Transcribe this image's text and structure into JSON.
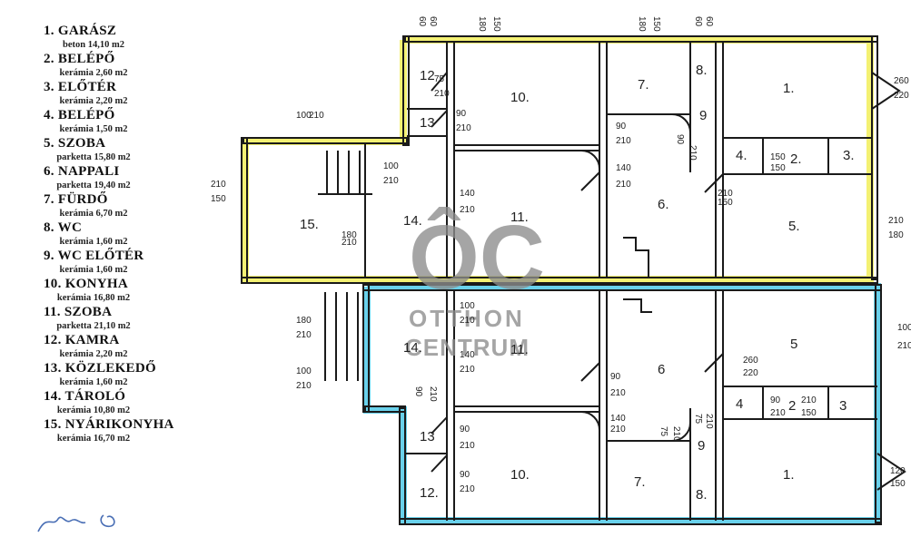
{
  "legend": [
    {
      "no": "1.",
      "name": "GARÁSZ",
      "material": "beton",
      "area": "14,10 m2"
    },
    {
      "no": "2.",
      "name": "BELÉPŐ",
      "material": "kerámia",
      "area": "2,60 m2"
    },
    {
      "no": "3.",
      "name": "ELŐTÉR",
      "material": "kerámia",
      "area": "2,20 m2"
    },
    {
      "no": "4.",
      "name": "BELÉPŐ",
      "material": "kerámia",
      "area": "1,50 m2"
    },
    {
      "no": "5.",
      "name": "SZOBA",
      "material": "parketta",
      "area": "15,80 m2"
    },
    {
      "no": "6.",
      "name": "NAPPALI",
      "material": "parketta",
      "area": "19,40 m2"
    },
    {
      "no": "7.",
      "name": "FÜRDŐ",
      "material": "kerámia",
      "area": "6,70 m2"
    },
    {
      "no": "8.",
      "name": "WC",
      "material": "kerámia",
      "area": "1,60 m2"
    },
    {
      "no": "9.",
      "name": "WC ELŐTÉR",
      "material": "kerámia",
      "area": "1,60 m2"
    },
    {
      "no": "10.",
      "name": "KONYHA",
      "material": "kerámia",
      "area": "16,80 m2"
    },
    {
      "no": "11.",
      "name": "SZOBA",
      "material": "parketta",
      "area": "21,10 m2"
    },
    {
      "no": "12.",
      "name": "KAMRA",
      "material": "kerámia",
      "area": "2,20 m2"
    },
    {
      "no": "13.",
      "name": "KÖZLEKEDŐ",
      "material": "kerámia",
      "area": "1,60 m2"
    },
    {
      "no": "14.",
      "name": "TÁROLÓ",
      "material": "kerámia",
      "area": "10,80 m2"
    },
    {
      "no": "15.",
      "name": "NYÁRIKONYHA",
      "material": "kerámia",
      "area": "16,70 m2"
    }
  ],
  "watermark": {
    "logo": "ÔC",
    "line1": "OTTHON",
    "line2": "CENTRUM"
  },
  "plan": {
    "upper_unit_color": "#f2ef5a",
    "lower_unit_color": "#4fc9e8",
    "room_numbers_upper": [
      "1.",
      "2.",
      "3.",
      "4.",
      "5.",
      "6.",
      "7.",
      "8.",
      "9",
      "10.",
      "11.",
      "12",
      "13",
      "14.",
      "15."
    ],
    "room_numbers_lower": [
      "1.",
      "2",
      "3",
      "4",
      "5",
      "6",
      "7.",
      "8.",
      "9",
      "10.",
      "11.",
      "12.",
      "13",
      "14."
    ],
    "dimensions": [
      "60",
      "60",
      "180",
      "150",
      "180",
      "150",
      "60",
      "60",
      "260",
      "220",
      "75",
      "210",
      "90",
      "210",
      "90",
      "210",
      "140",
      "210",
      "90",
      "210",
      "140",
      "210",
      "180",
      "210",
      "210",
      "150",
      "210",
      "180",
      "150",
      "150",
      "210",
      "150",
      "100",
      "210",
      "100",
      "210",
      "140",
      "210",
      "180",
      "210",
      "100",
      "210",
      "120",
      "150",
      "260",
      "220",
      "90",
      "210",
      "140",
      "210",
      "90",
      "210",
      "90",
      "210",
      "75",
      "210",
      "75",
      "210",
      "90",
      "210",
      "90",
      "210",
      "210",
      "150",
      "100",
      "210",
      "100",
      "210",
      "140",
      "210"
    ]
  },
  "signature": "aláírás",
  "colors": {
    "wall": "#1a1a1a",
    "watermark": "#8c8c8c"
  }
}
